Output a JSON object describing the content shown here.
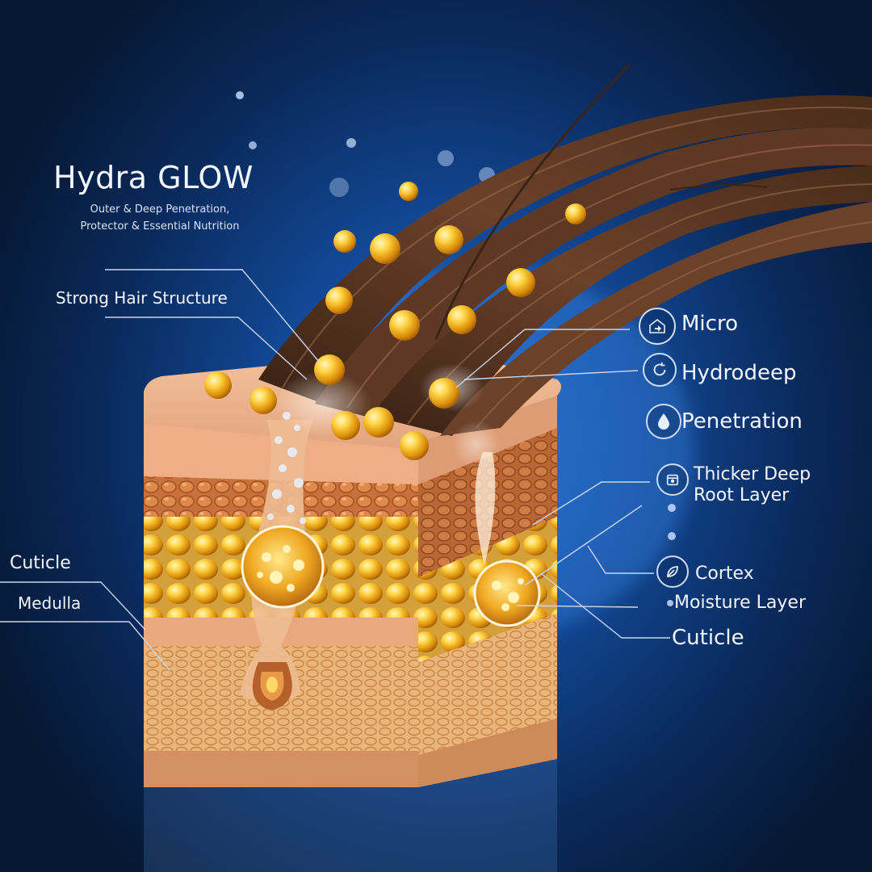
{
  "title": "Hydra GLOW",
  "subtitle_lines": [
    "Outer & Deep Penetration,",
    "Protector & Essential Nutrition"
  ],
  "left_labels": {
    "strong": "Strong Hair Structure",
    "cuticle": "Cuticle",
    "medulla": "Medulla"
  },
  "right_labels": {
    "micro": "Micro",
    "hydrodeep": "Hydrodeep",
    "penetration": "Penetration",
    "thicker_line1": "Thicker Deep",
    "thicker_line2": "Root Layer",
    "cortex": "Cortex",
    "moisture": "Moisture Layer",
    "cuticle": "Cuticle"
  },
  "icons": {
    "micro": "house-arrow-icon",
    "hydrodeep": "refresh-icon",
    "penetration": "droplet-icon",
    "thicker": "box-icon",
    "cortex": "leaf-icon"
  },
  "colors": {
    "background": "#0a2a5c",
    "skin": "#e8a37c",
    "hair": "#5a3521",
    "droplet": "#f2b321",
    "label_line": "#c9d5e8"
  }
}
